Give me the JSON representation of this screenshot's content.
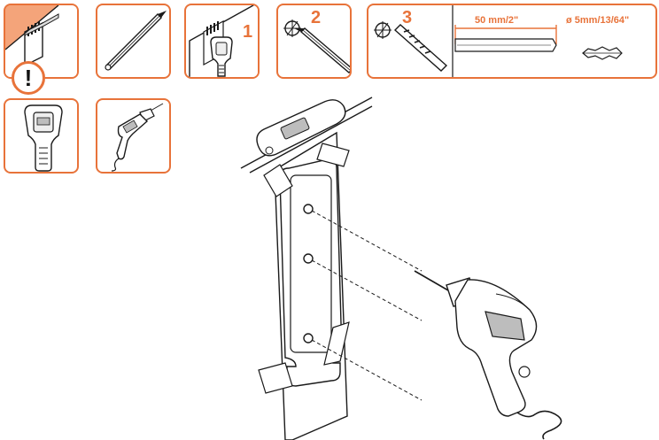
{
  "colors": {
    "accent": "#e8733a",
    "line": "#1a1a1a",
    "fill_light": "#eeeeee",
    "fill_mid": "#bdbdbd"
  },
  "panels": {
    "wall_material": {
      "icon": "wall-material-icon"
    },
    "pencil": {
      "icon": "pencil-icon"
    },
    "detector_scan": {
      "icon": "stud-detector-icon",
      "step": "1"
    },
    "mark_holes": {
      "icon": "mark-crosshair-icon",
      "step": "2"
    },
    "drill_spec": {
      "icon": "drill-bit-icon",
      "step": "3",
      "depth_label": "50 mm/2\"",
      "diameter_label": "ø 5mm/13/64\""
    },
    "detector_tool": {
      "icon": "stud-detector-icon"
    },
    "drill_tool": {
      "icon": "power-drill-icon"
    }
  },
  "warning": {
    "icon": "warning-icon",
    "symbol": "!"
  }
}
